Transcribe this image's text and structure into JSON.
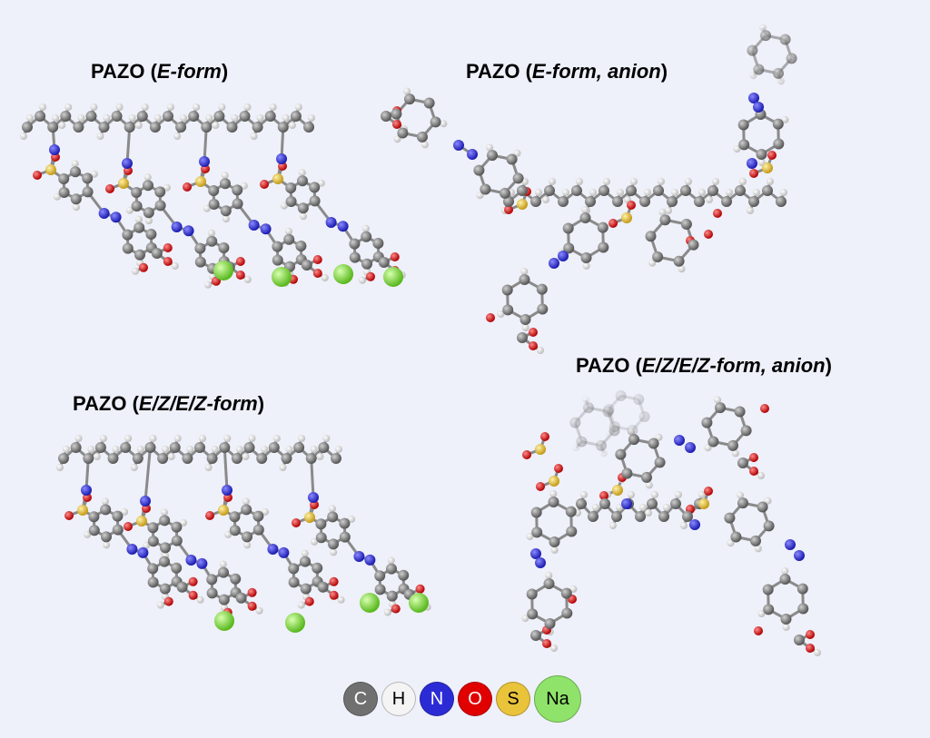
{
  "panels": [
    {
      "id": "e-form",
      "prefix": "PAZO (",
      "italic": "E-form",
      "suffix": ")"
    },
    {
      "id": "e-form-anion",
      "prefix": "PAZO (",
      "italic": "E-form, anion",
      "suffix": ")"
    },
    {
      "id": "ezez-form-anion",
      "prefix": "PAZO (",
      "italic": "E/Z/E/Z-form, anion",
      "suffix": ")"
    },
    {
      "id": "ezez-form",
      "prefix": "PAZO (",
      "italic": "E/Z/E/Z-form",
      "suffix": ")"
    }
  ],
  "legend": [
    {
      "symbol": "C",
      "color": "#707070",
      "text_color": "#ffffff"
    },
    {
      "symbol": "H",
      "color": "#f4f4f4",
      "text_color": "#000000"
    },
    {
      "symbol": "N",
      "color": "#2b2bd6",
      "text_color": "#ffffff"
    },
    {
      "symbol": "O",
      "color": "#e00000",
      "text_color": "#ffffff"
    },
    {
      "symbol": "S",
      "color": "#e9c33a",
      "text_color": "#000000"
    },
    {
      "symbol": "Na",
      "color": "#8fe36a",
      "text_color": "#000000"
    }
  ]
}
